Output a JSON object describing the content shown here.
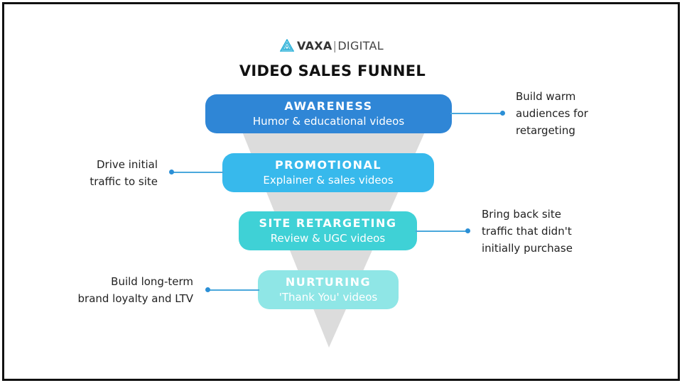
{
  "brand": {
    "name_bold": "VAXA",
    "separator": "|",
    "name_light": "DIGITAL"
  },
  "title": "VIDEO SALES FUNNEL",
  "stages": [
    {
      "name": "AWARENESS",
      "sub": "Humor & educational videos",
      "color": "#2f86d6"
    },
    {
      "name": "PROMOTIONAL",
      "sub": "Explainer & sales videos",
      "color": "#37b9ec"
    },
    {
      "name": "SITE RETARGETING",
      "sub": "Review & UGC videos",
      "color": "#3fd1d6"
    },
    {
      "name": "NURTURING",
      "sub": "'Thank You' videos",
      "color": "#8fe6e6"
    }
  ],
  "notes": [
    {
      "text_lines": [
        "Build warm",
        "audiences for",
        "retargeting"
      ]
    },
    {
      "text_lines": [
        "Drive initial",
        "traffic to site"
      ]
    },
    {
      "text_lines": [
        "Bring back site",
        "traffic that didn't",
        "initially purchase"
      ]
    },
    {
      "text_lines": [
        "Build long-term",
        "brand loyalty and LTV"
      ]
    }
  ],
  "colors": {
    "funnel_gray": "#dcdcdc",
    "connector": "#4aa8dc",
    "dot": "#2b8fd6"
  }
}
